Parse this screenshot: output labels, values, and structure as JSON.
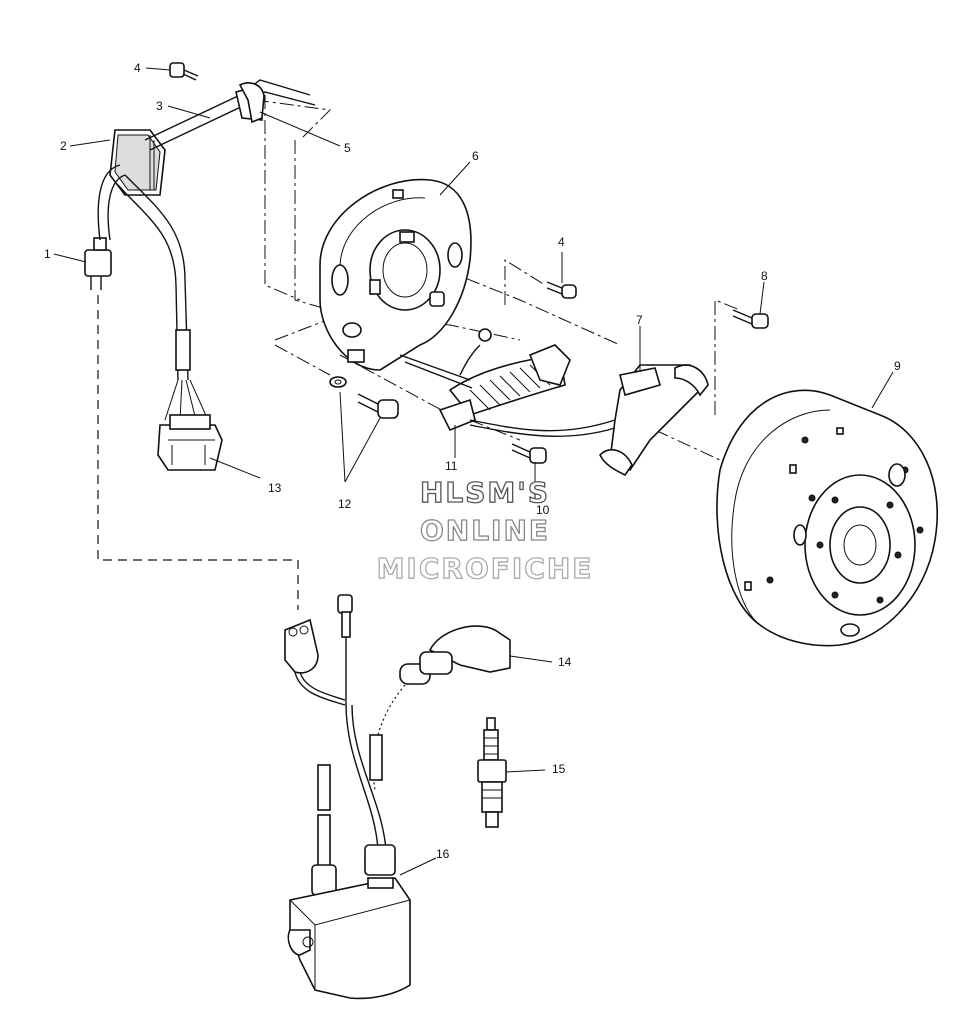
{
  "callouts": [
    {
      "id": "c1",
      "text": "1"
    },
    {
      "id": "c2",
      "text": "2"
    },
    {
      "id": "c3",
      "text": "3"
    },
    {
      "id": "c4a",
      "text": "4"
    },
    {
      "id": "c4b",
      "text": "4"
    },
    {
      "id": "c5",
      "text": "5"
    },
    {
      "id": "c6",
      "text": "6"
    },
    {
      "id": "c7",
      "text": "7"
    },
    {
      "id": "c8",
      "text": "8"
    },
    {
      "id": "c9",
      "text": "9"
    },
    {
      "id": "c10",
      "text": "10"
    },
    {
      "id": "c11",
      "text": "11"
    },
    {
      "id": "c12",
      "text": "12"
    },
    {
      "id": "c13",
      "text": "13"
    },
    {
      "id": "c14",
      "text": "14"
    },
    {
      "id": "c15",
      "text": "15"
    },
    {
      "id": "c16",
      "text": "16"
    }
  ],
  "watermark": {
    "line1": "HLSM'S",
    "line2": "ONLINE",
    "line3": "MICROFICHE"
  }
}
